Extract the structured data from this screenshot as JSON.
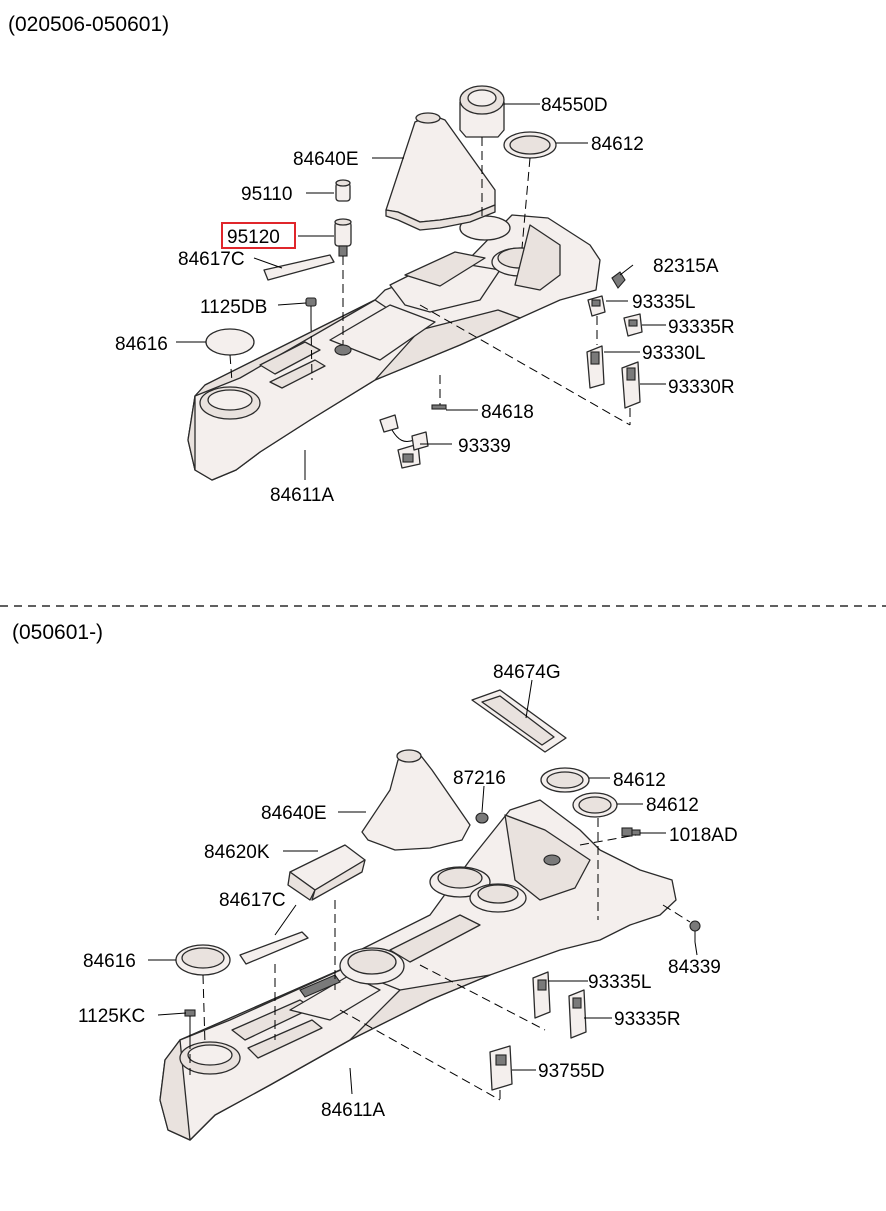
{
  "sections": [
    {
      "header": "(020506-050601)"
    },
    {
      "header": "(050601-)"
    }
  ],
  "callouts": {
    "s1": {
      "c84550D": "84550D",
      "c84612": "84612",
      "c84640E": "84640E",
      "c95110": "95110",
      "c95120": "95120",
      "c84617C": "84617C",
      "c82315A": "82315A",
      "c93335L": "93335L",
      "c93335R": "93335R",
      "c1125DB": "1125DB",
      "c93330L": "93330L",
      "c84616": "84616",
      "c93330R": "93330R",
      "c84618": "84618",
      "c93339": "93339",
      "c84611A": "84611A"
    },
    "s2": {
      "c84674G": "84674G",
      "c87216": "87216",
      "c84612a": "84612",
      "c84640E": "84640E",
      "c84612b": "84612",
      "c1018AD": "1018AD",
      "c84620K": "84620K",
      "c84617C": "84617C",
      "c84616": "84616",
      "c84339": "84339",
      "c93335L": "93335L",
      "c1125KC": "1125KC",
      "c93335R": "93335R",
      "c93755D": "93755D",
      "c84611A": "84611A"
    }
  },
  "highlight": {
    "part": "95120",
    "color": "#e0262b"
  }
}
